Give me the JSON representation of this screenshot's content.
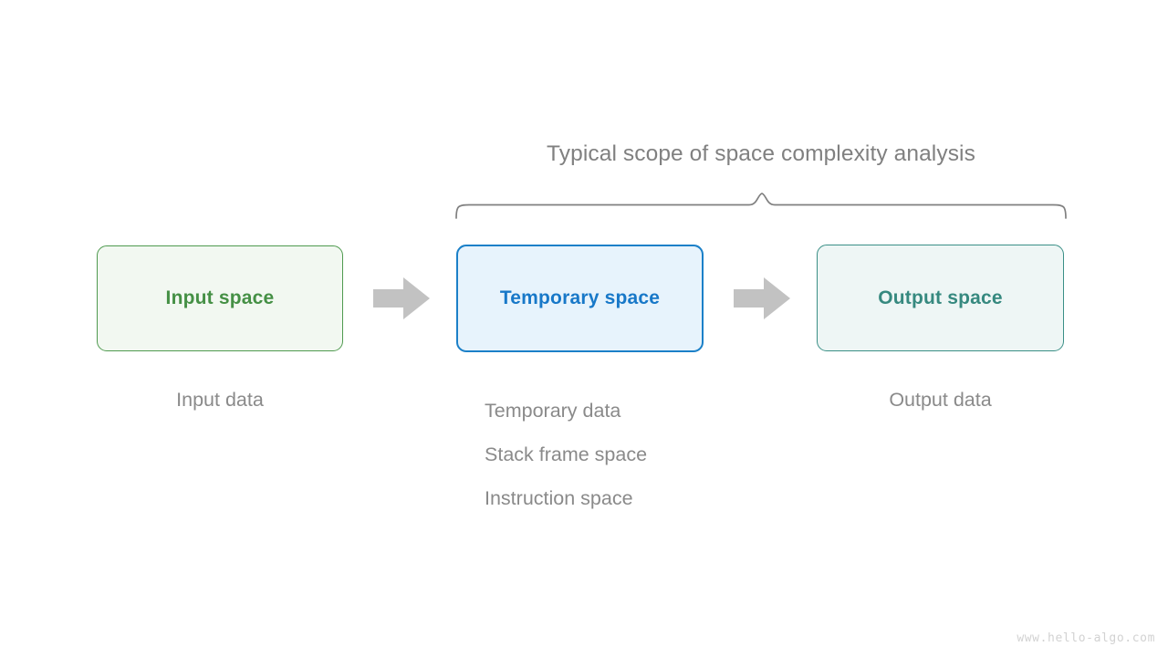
{
  "diagram": {
    "scope_title": "Typical scope of space complexity analysis",
    "boxes": [
      {
        "label": "Input space",
        "color": "#459045"
      },
      {
        "label": "Temporary space",
        "color": "#1878c8"
      },
      {
        "label": "Output space",
        "color": "#36897f"
      }
    ],
    "arrows": [
      {
        "name": "arrow-input-to-temporary"
      },
      {
        "name": "arrow-temporary-to-output"
      }
    ],
    "captions": {
      "input": "Input data",
      "temporary": [
        "Temporary data",
        "Stack frame space",
        "Instruction space"
      ],
      "output": "Output data"
    },
    "colors": {
      "green_text": "#459045",
      "green_border": "#4f9a4f",
      "green_fill": "#f2f8f1",
      "blue_text": "#1878c8",
      "blue_border": "#1b80c8",
      "blue_fill": "#e7f3fc",
      "teal_text": "#36897f",
      "teal_border": "#3a8f86",
      "teal_fill": "#eef6f5",
      "arrow_gray": "#c2c2c2",
      "caption_gray": "#8a8a8a",
      "brace_gray": "#808080",
      "watermark_gray": "#d2d2d2",
      "background": "#ffffff"
    }
  },
  "watermark": "www.hello-algo.com"
}
